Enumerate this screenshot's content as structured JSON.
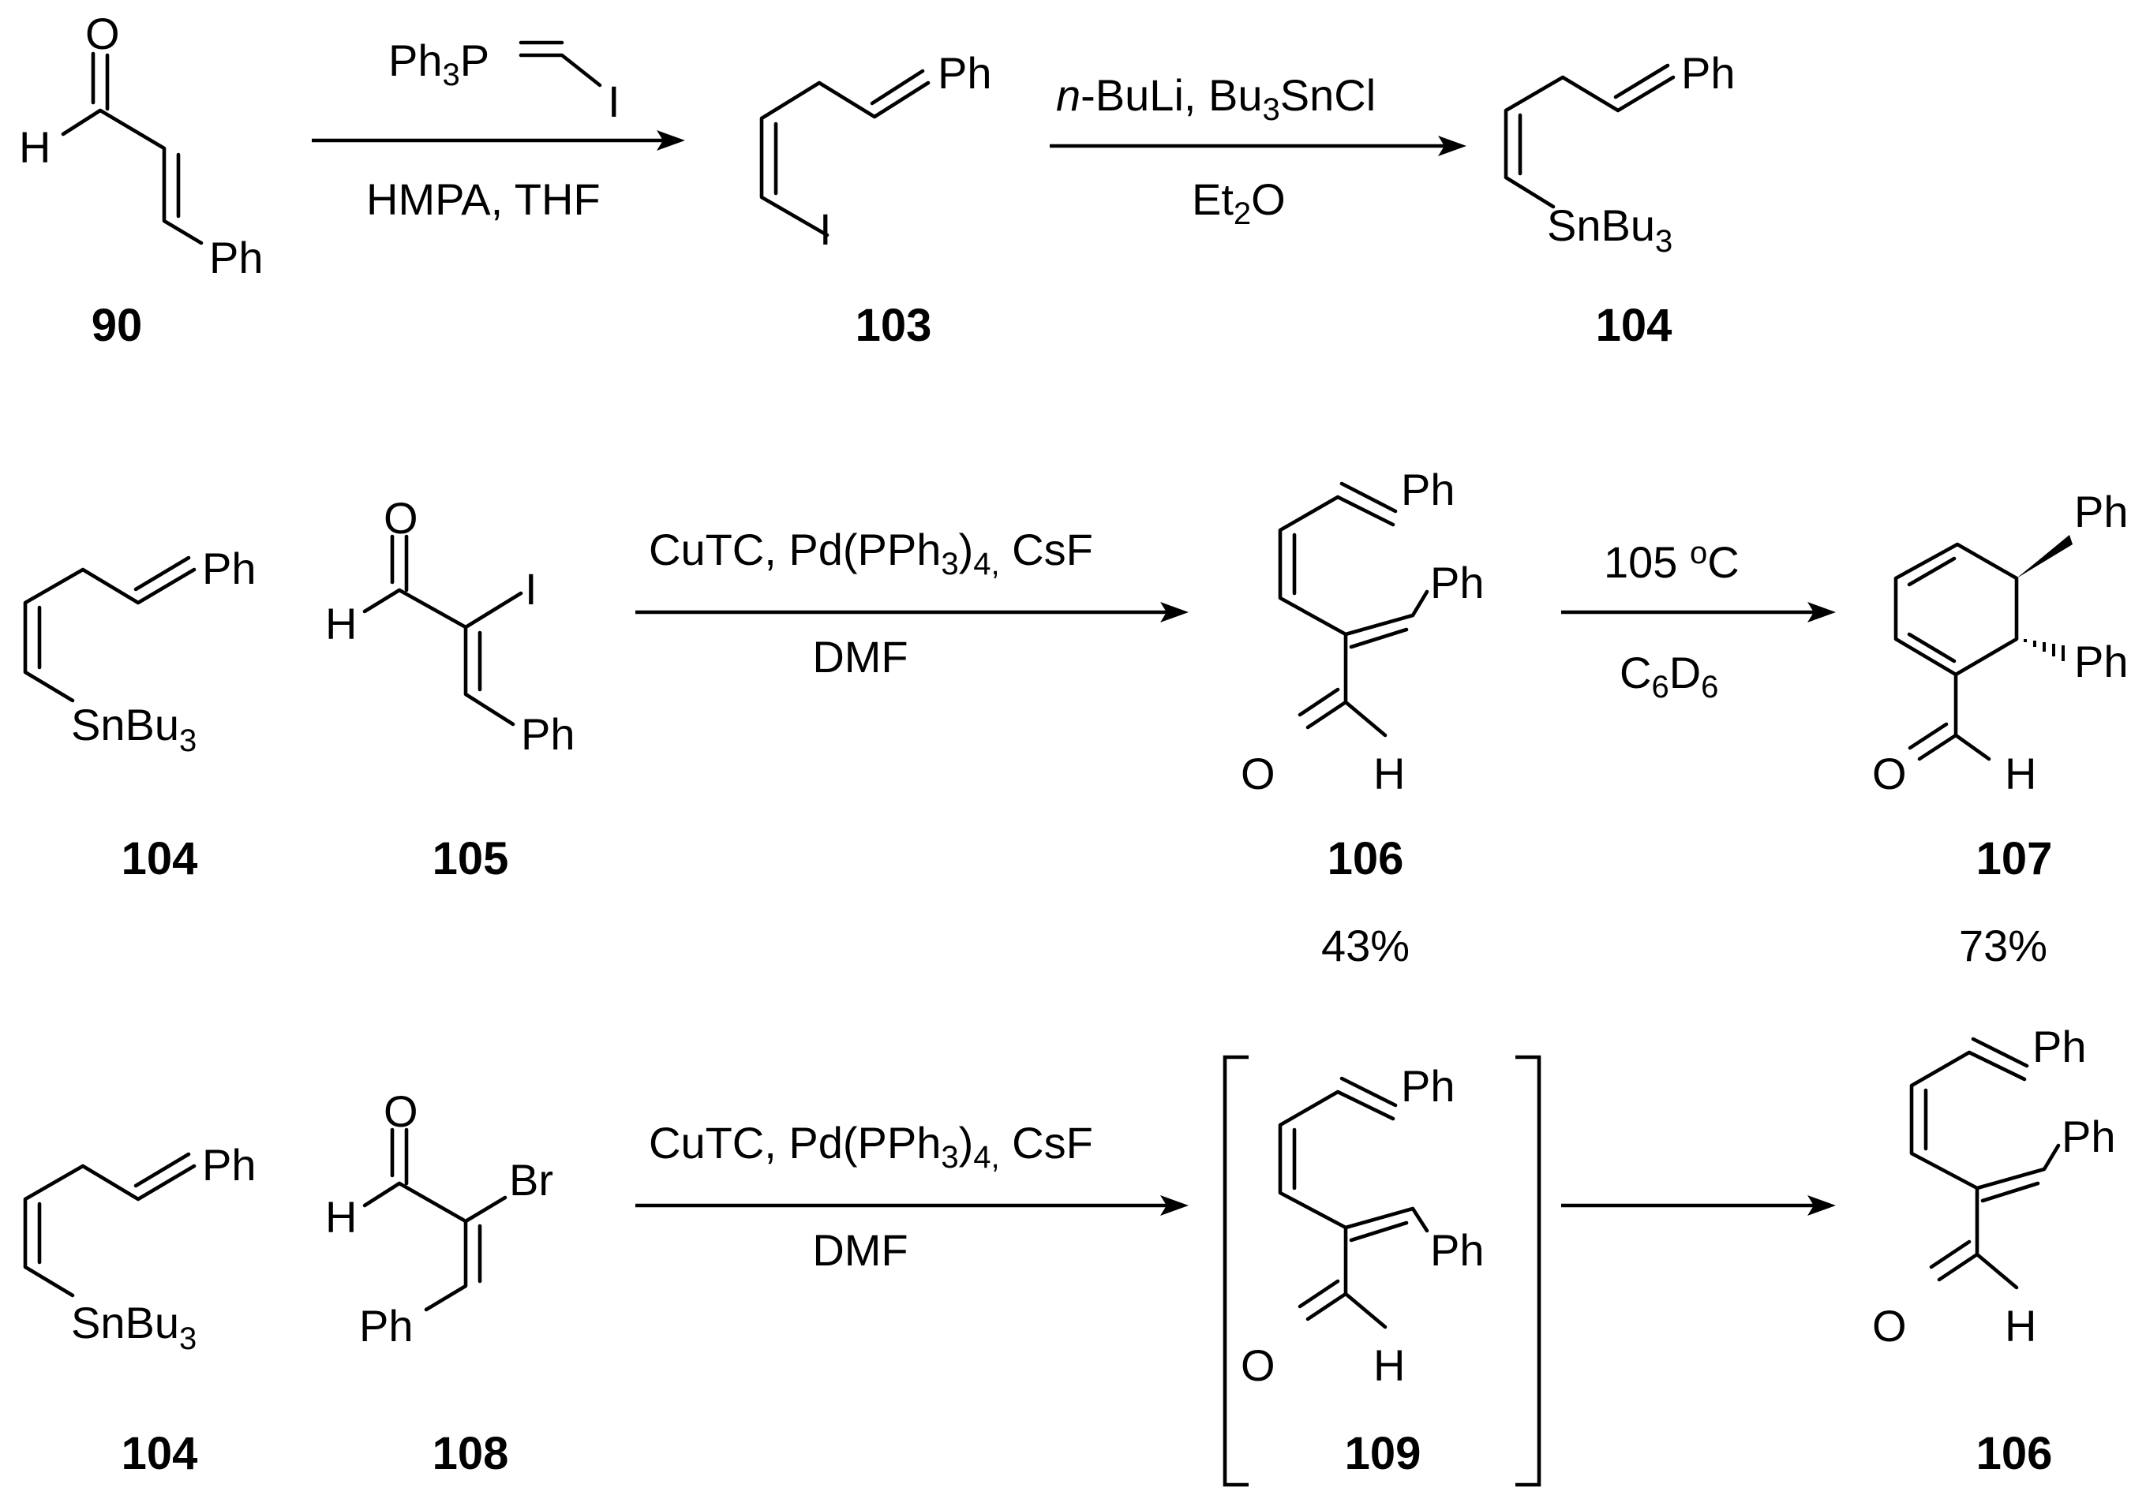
{
  "scheme": {
    "row1": {
      "compounds": [
        {
          "label": "90",
          "atoms": {
            "oxygen": "O",
            "hydrogen": "H",
            "phenyl": "Ph"
          }
        },
        {
          "label": "103",
          "atoms": {
            "phenyl": "Ph",
            "iodine": "I"
          }
        },
        {
          "label": "104",
          "atoms": {
            "phenyl": "Ph",
            "tin_group": "SnBu",
            "tin_sub": "3"
          }
        }
      ],
      "arrows": [
        {
          "above_ph": "Ph",
          "above_sub": "3",
          "above_p": "P",
          "above_i": "I",
          "below": "HMPA, THF"
        },
        {
          "above_italic": "n",
          "above_rest": "-BuLi, Bu",
          "above_sub": "3",
          "above_tail": "SnCl",
          "below_et": "Et",
          "below_sub": "2",
          "below_o": "O"
        }
      ]
    },
    "row2": {
      "compounds": [
        {
          "label": "104",
          "atoms": {
            "phenyl": "Ph",
            "tin_group": "SnBu",
            "tin_sub": "3"
          }
        },
        {
          "label": "105",
          "atoms": {
            "oxygen": "O",
            "hydrogen": "H",
            "iodine": "I",
            "phenyl": "Ph"
          }
        },
        {
          "label": "106",
          "yield": "43%",
          "atoms": {
            "phenyl_top": "Ph",
            "phenyl_mid": "Ph",
            "oxygen": "O",
            "hydrogen": "H"
          }
        },
        {
          "label": "107",
          "yield": "73%",
          "atoms": {
            "phenyl_top": "Ph",
            "phenyl_bottom": "Ph",
            "oxygen": "O",
            "hydrogen": "H"
          }
        }
      ],
      "arrows": [
        {
          "above_a": "CuTC, Pd(PPh",
          "above_sub1": "3",
          "above_b": ")",
          "above_sub2": "4,",
          "above_c": " CsF",
          "below": "DMF"
        },
        {
          "above_a": "105 ",
          "above_deg": "o",
          "above_b": "C",
          "below_c": "C",
          "below_sub1": "6",
          "below_d": "D",
          "below_sub2": "6"
        }
      ]
    },
    "row3": {
      "compounds": [
        {
          "label": "104",
          "atoms": {
            "phenyl": "Ph",
            "tin_group": "SnBu",
            "tin_sub": "3"
          }
        },
        {
          "label": "108",
          "atoms": {
            "oxygen": "O",
            "hydrogen": "H",
            "bromine": "Br",
            "phenyl": "Ph"
          }
        },
        {
          "label": "109",
          "atoms": {
            "phenyl_top": "Ph",
            "phenyl_mid": "Ph",
            "oxygen": "O",
            "hydrogen": "H"
          }
        },
        {
          "label": "106",
          "atoms": {
            "phenyl_top": "Ph",
            "phenyl_mid": "Ph",
            "oxygen": "O",
            "hydrogen": "H"
          }
        }
      ],
      "arrows": [
        {
          "above_a": "CuTC, Pd(PPh",
          "above_sub1": "3",
          "above_b": ")",
          "above_sub2": "4,",
          "above_c": " CsF",
          "below": "DMF"
        },
        {}
      ]
    }
  }
}
